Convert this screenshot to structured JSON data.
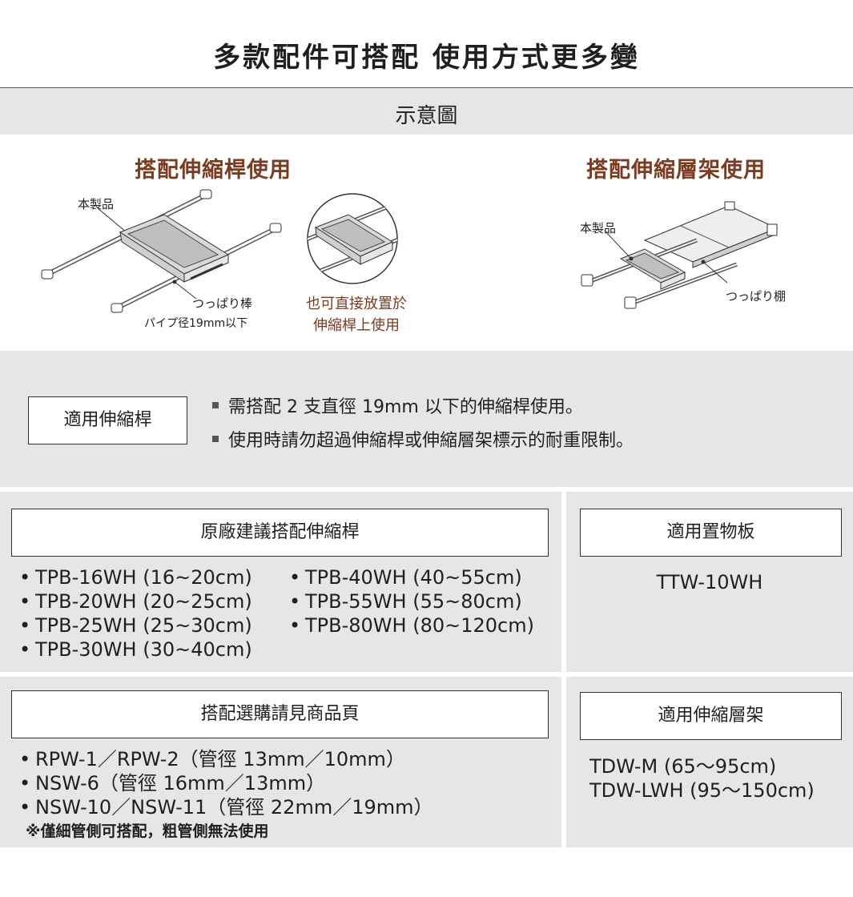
{
  "title": "多款配件可搭配 使用方式更多變",
  "diagram_band": {
    "label": "示意圖"
  },
  "rod_section": {
    "heading": "搭配伸縮桿使用",
    "product_label": "本製品",
    "rod_label": "つっぱり棒",
    "rod_spec": "パイプ径19mm以下",
    "direct_note_line1": "也可直接放置於",
    "direct_note_line2": "伸縮桿上使用"
  },
  "shelf_section": {
    "heading": "搭配伸縮層架使用",
    "product_label": "本製品",
    "shelf_label": "つっぱり棚"
  },
  "requirements": {
    "box_label": "適用伸縮桿",
    "items": [
      "需搭配 2 支直徑 19mm 以下的伸縮桿使用。",
      "使用時請勿超過伸縮桿或伸縮層架標示的耐重限制。"
    ]
  },
  "recommended_rods": {
    "header": "原廠建議搭配伸縮桿",
    "col1": [
      "TPB-16WH (16~20cm)",
      "TPB-20WH (20~25cm)",
      "TPB-25WH (25~30cm)",
      "TPB-30WH (30~40cm)"
    ],
    "col2": [
      "TPB-40WH (40~55cm)",
      "TPB-55WH (55~80cm)",
      "TPB-80WH (80~120cm)"
    ]
  },
  "shelf_board": {
    "header": "適用置物板",
    "model": "TTW-10WH"
  },
  "purchase": {
    "header": "搭配選購請見商品頁",
    "items": [
      "RPW-1／RPW-2（管徑 13mm／10mm）",
      "NSW-6（管徑 16mm／13mm）",
      "NSW-10／NSW-11（管徑 22mm／19mm）"
    ],
    "note": "※僅細管側可搭配，粗管側無法使用"
  },
  "telescopic_shelf": {
    "header": "適用伸縮層架",
    "models": [
      "TDW-M (65～95cm)",
      "TDW-LWH (95～150cm)"
    ]
  }
}
